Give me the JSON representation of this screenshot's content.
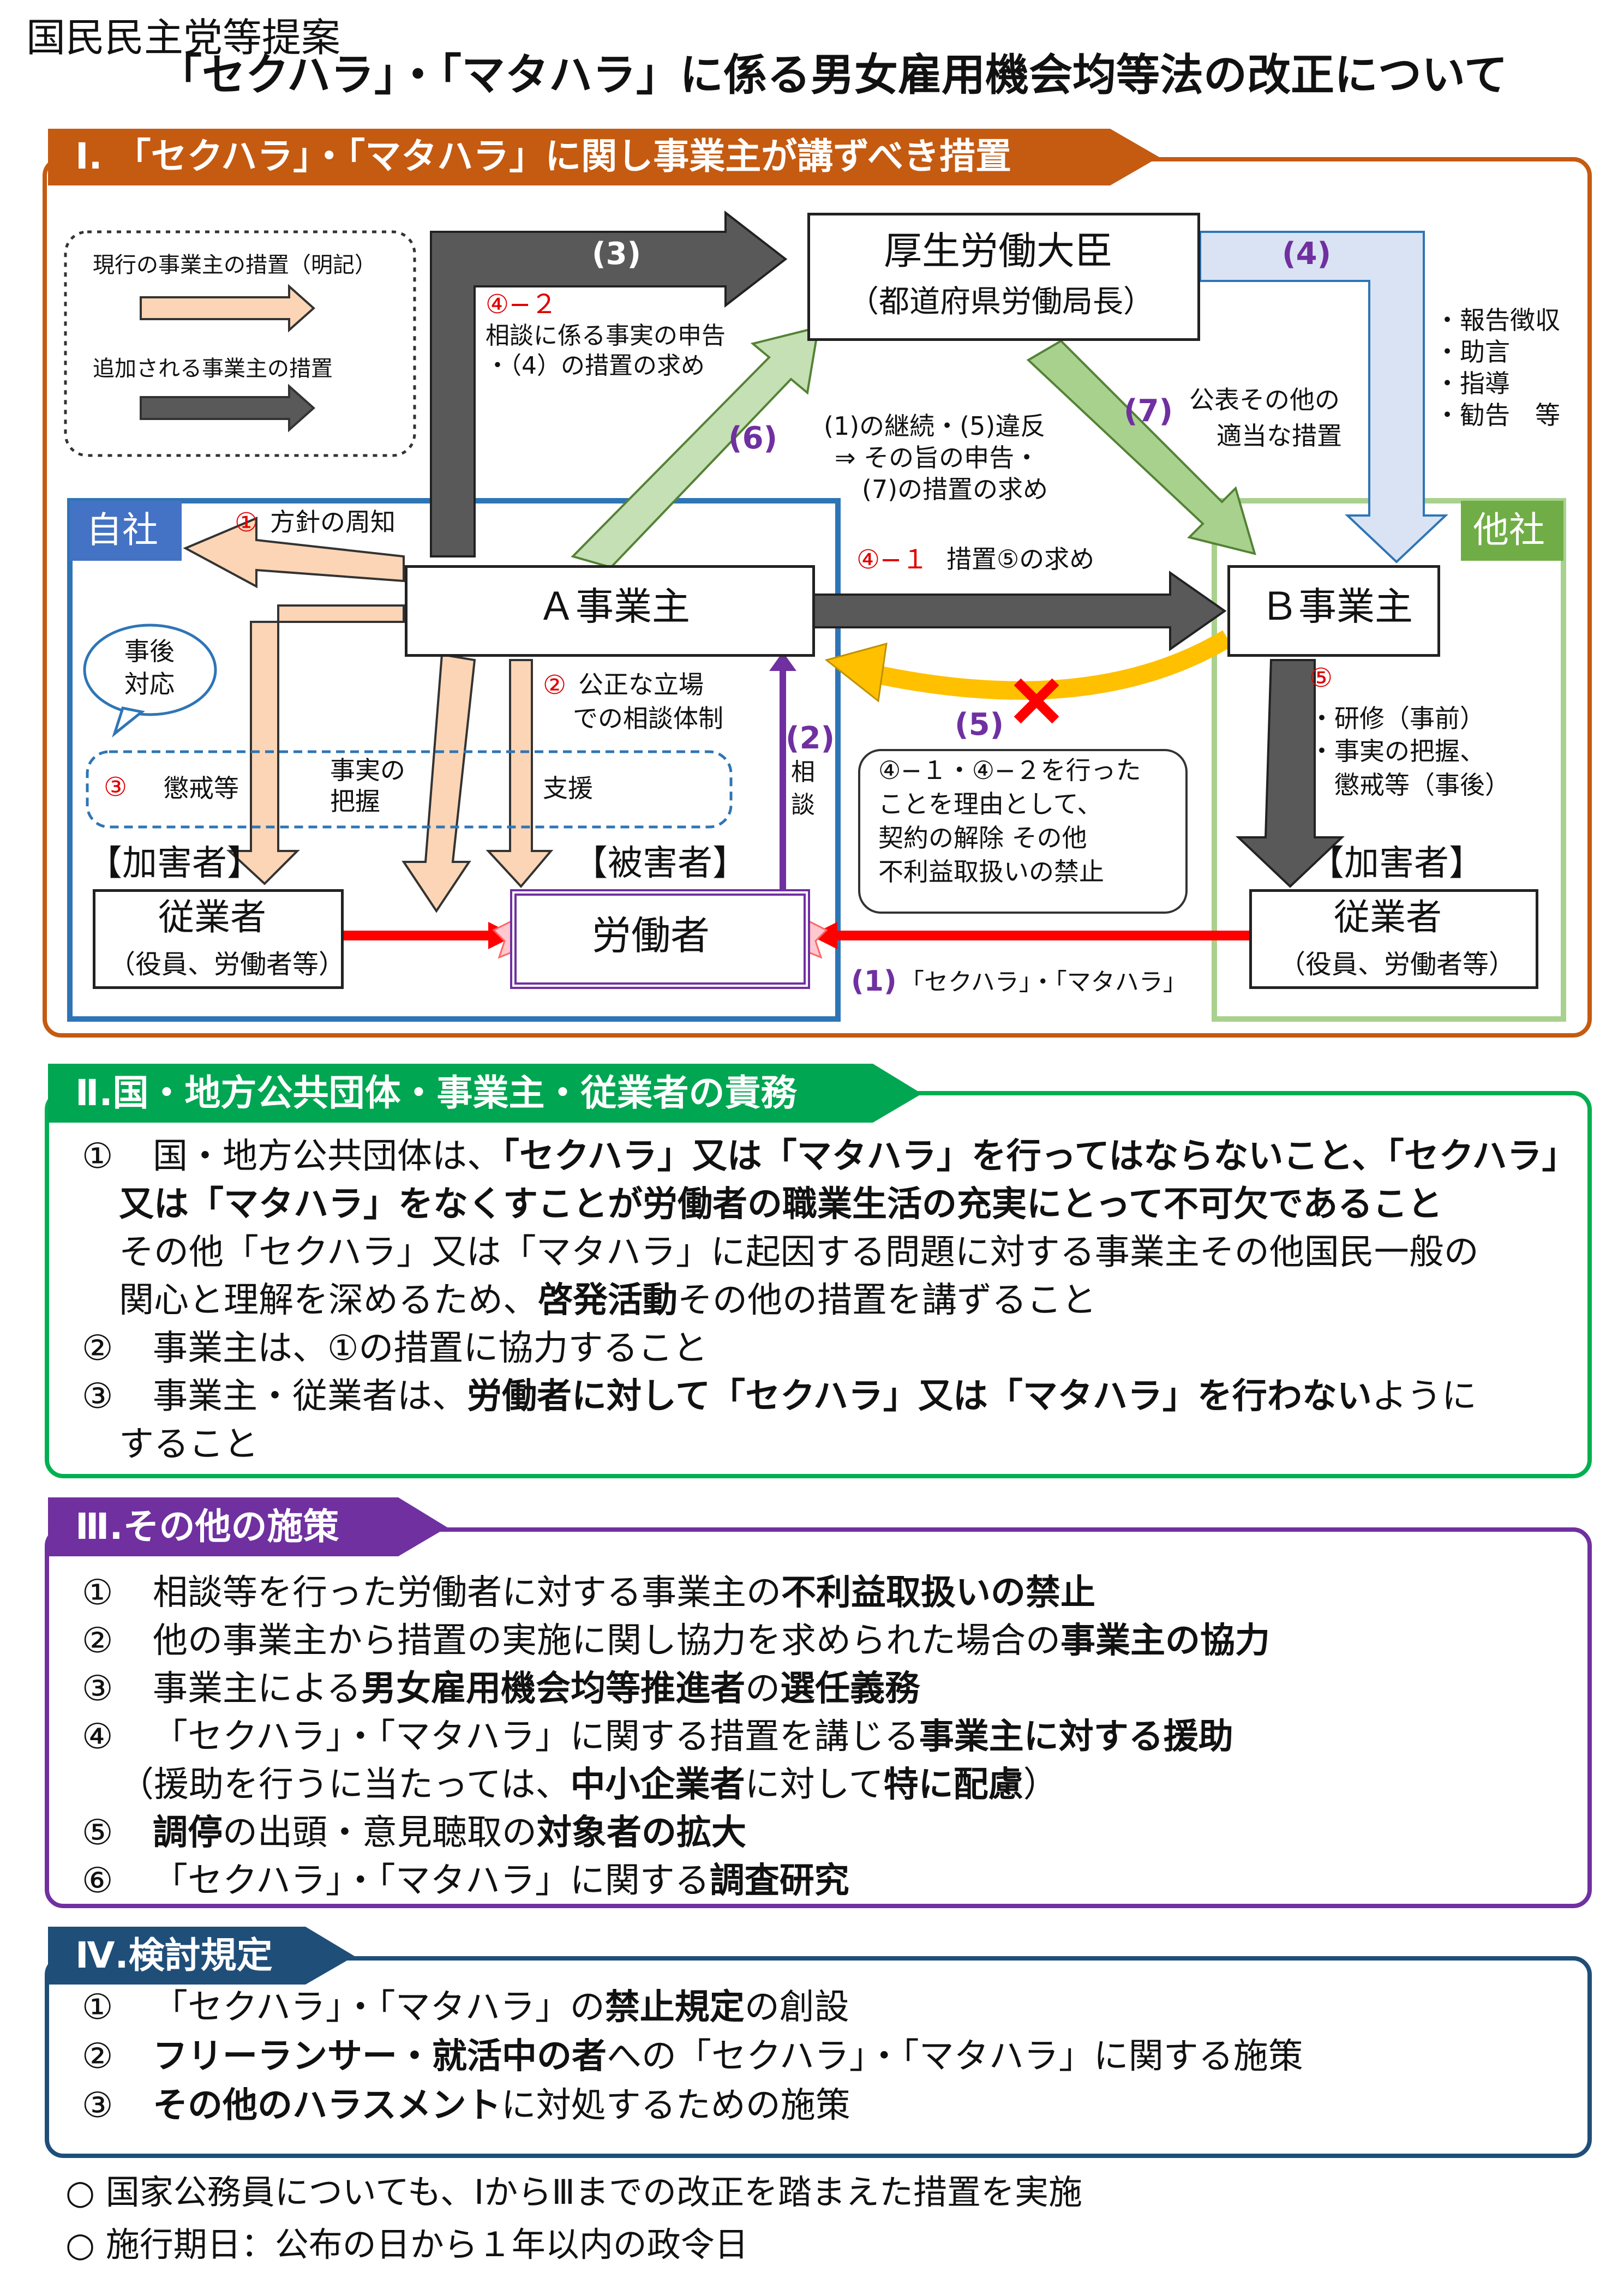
{
  "header": {
    "proposer": "国民民主党等提案",
    "title": "「セクハラ」・「マタハラ」に係る男女雇用機会均等法の改正について"
  },
  "section1": {
    "heading": "Ⅰ. 「セクハラ」・「マタハラ」に関し事業主が講ずべき措置",
    "legend": {
      "current": "現行の事業主の措置（明記）",
      "added": "追加される事業主の措置"
    },
    "jisha_label": "自社",
    "tasha_label": "他社",
    "minister": {
      "title": "厚生労働大臣",
      "sub": "（都道府県労働局長）"
    },
    "a_employer": "Ａ事業主",
    "b_employer": "Ｂ事業主",
    "worker": "労働者",
    "victim_label": "【被害者】",
    "perp_label_left": "【加害者】",
    "perp_label_right": "【加害者】",
    "employee_left": {
      "title": "従業者",
      "sub": "（役員、労働者等）"
    },
    "employee_right": {
      "title": "従業者",
      "sub": "（役員、労働者等）"
    },
    "after_bubble": "事後\n対応",
    "labels": {
      "l3": "(3)",
      "l4": "(4)",
      "l6": "(6)",
      "l7": "(7)",
      "l2": "(2)",
      "l5": "(5)",
      "l1": "(1)",
      "c42_num": "④−２",
      "c42_text1": "相談に係る事実の申告",
      "c42_text2": "・（4）の措置の求め",
      "report_items": [
        "・報告徴収",
        "・助言",
        "・指導",
        "・勧告　等"
      ],
      "publish1": "公表その他の",
      "publish2": "適当な措置",
      "six_note1": "(1)の継続・(5)違反",
      "six_note2": "⇒ その旨の申告・",
      "six_note3": "(7)の措置の求め",
      "c1_num": "①",
      "c1_text": "方針の周知",
      "c41_num": "④−１",
      "c41_text": "措置⑤の求め",
      "c2_num": "②",
      "c2_text1": "公正な立場",
      "c2_text2": "での相談体制",
      "soudan1": "相",
      "soudan2": "談",
      "c5_num": "⑤",
      "c5_items": [
        "・研修（事前）",
        "・事実の把握、",
        "　懲戒等（事後）"
      ],
      "c3_num": "③",
      "c3_text": "懲戒等",
      "fact1": "事実の",
      "fact2": "把握",
      "support": "支援",
      "ban_lines": [
        "④−１・④−２を行った",
        "ことを理由として、",
        "契約の解除 その他",
        "不利益取扱いの禁止"
      ],
      "harass_label": "「セクハラ」・「マタハラ」"
    }
  },
  "section2": {
    "heading": "Ⅱ.国・地方公共団体・事業主・従業者の責務",
    "lines": [
      {
        "num": "①",
        "segs": [
          {
            "t": "国・地方公共団体は、",
            "b": false
          },
          {
            "t": "「セクハラ」又は「マタハラ」を行ってはならないこと、「セクハラ」",
            "b": true
          }
        ]
      },
      {
        "num": "",
        "segs": [
          {
            "t": "又は「マタハラ」をなくすことが労働者の職業生活の充実にとって不可欠であること",
            "b": true
          }
        ]
      },
      {
        "num": "",
        "segs": [
          {
            "t": "その他「セクハラ」又は「マタハラ」に起因する問題に対する事業主その他国民一般の",
            "b": false
          }
        ]
      },
      {
        "num": "",
        "segs": [
          {
            "t": "関心と理解を深めるため、",
            "b": false
          },
          {
            "t": "啓発活動",
            "b": true
          },
          {
            "t": "その他の措置を講ずること",
            "b": false
          }
        ]
      },
      {
        "num": "②",
        "segs": [
          {
            "t": "事業主は、①の措置に協力すること",
            "b": false
          }
        ]
      },
      {
        "num": "③",
        "segs": [
          {
            "t": "事業主・従業者は、",
            "b": false
          },
          {
            "t": "労働者に対して「セクハラ」又は「マタハラ」を行わない",
            "b": true
          },
          {
            "t": "ように",
            "b": false
          }
        ]
      },
      {
        "num": "",
        "segs": [
          {
            "t": "すること",
            "b": false
          }
        ]
      }
    ]
  },
  "section3": {
    "heading": "Ⅲ.その他の施策",
    "lines": [
      {
        "num": "①",
        "segs": [
          {
            "t": "相談等を行った労働者に対する事業主の",
            "b": false
          },
          {
            "t": "不利益取扱いの禁止",
            "b": true
          }
        ]
      },
      {
        "num": "②",
        "segs": [
          {
            "t": "他の事業主から措置の実施に関し協力を求められた場合の",
            "b": false
          },
          {
            "t": "事業主の協力",
            "b": true
          }
        ]
      },
      {
        "num": "③",
        "segs": [
          {
            "t": "事業主による",
            "b": false
          },
          {
            "t": "男女雇用機会均等推進者",
            "b": true
          },
          {
            "t": "の",
            "b": false
          },
          {
            "t": "選任義務",
            "b": true
          }
        ]
      },
      {
        "num": "④",
        "segs": [
          {
            "t": "「セクハラ」・「マタハラ」に関する措置を講じる",
            "b": false
          },
          {
            "t": "事業主に対する援助",
            "b": true
          }
        ]
      },
      {
        "num": "",
        "segs": [
          {
            "t": "（援助を行うに当たっては、",
            "b": false
          },
          {
            "t": "中小企業者",
            "b": true
          },
          {
            "t": "に対して",
            "b": false
          },
          {
            "t": "特に配慮",
            "b": true
          },
          {
            "t": "）",
            "b": false
          }
        ]
      },
      {
        "num": "⑤",
        "segs": [
          {
            "t": "調停",
            "b": true
          },
          {
            "t": "の出頭・意見聴取の",
            "b": false
          },
          {
            "t": "対象者の拡大",
            "b": true
          }
        ]
      },
      {
        "num": "⑥",
        "segs": [
          {
            "t": "「セクハラ」・「マタハラ」に関する",
            "b": false
          },
          {
            "t": "調査研究",
            "b": true
          }
        ]
      }
    ]
  },
  "section4": {
    "heading": "Ⅳ.検討規定",
    "lines": [
      {
        "num": "①",
        "segs": [
          {
            "t": "「セクハラ」・「マタハラ」の",
            "b": false
          },
          {
            "t": "禁止規定",
            "b": true
          },
          {
            "t": "の創設",
            "b": false
          }
        ]
      },
      {
        "num": "②",
        "segs": [
          {
            "t": "フリーランサー・就活中の者",
            "b": true
          },
          {
            "t": "への「セクハラ」・「マタハラ」に関する施策",
            "b": false
          }
        ]
      },
      {
        "num": "③",
        "segs": [
          {
            "t": "その他のハラスメント",
            "b": true
          },
          {
            "t": "に対処するための施策",
            "b": false
          }
        ]
      }
    ]
  },
  "footer": [
    "○ 国家公務員についても、ⅠからⅢまでの改正を踏まえた措置を実施",
    "○ 施行期日：公布の日から１年以内の政令日"
  ],
  "colors": {
    "orange": "#c55a11",
    "green": "#00a651",
    "purple": "#7030a0",
    "navy": "#1f4e79",
    "jisha_blue": "#2e75b6",
    "tasha_green": "#70ad47"
  }
}
